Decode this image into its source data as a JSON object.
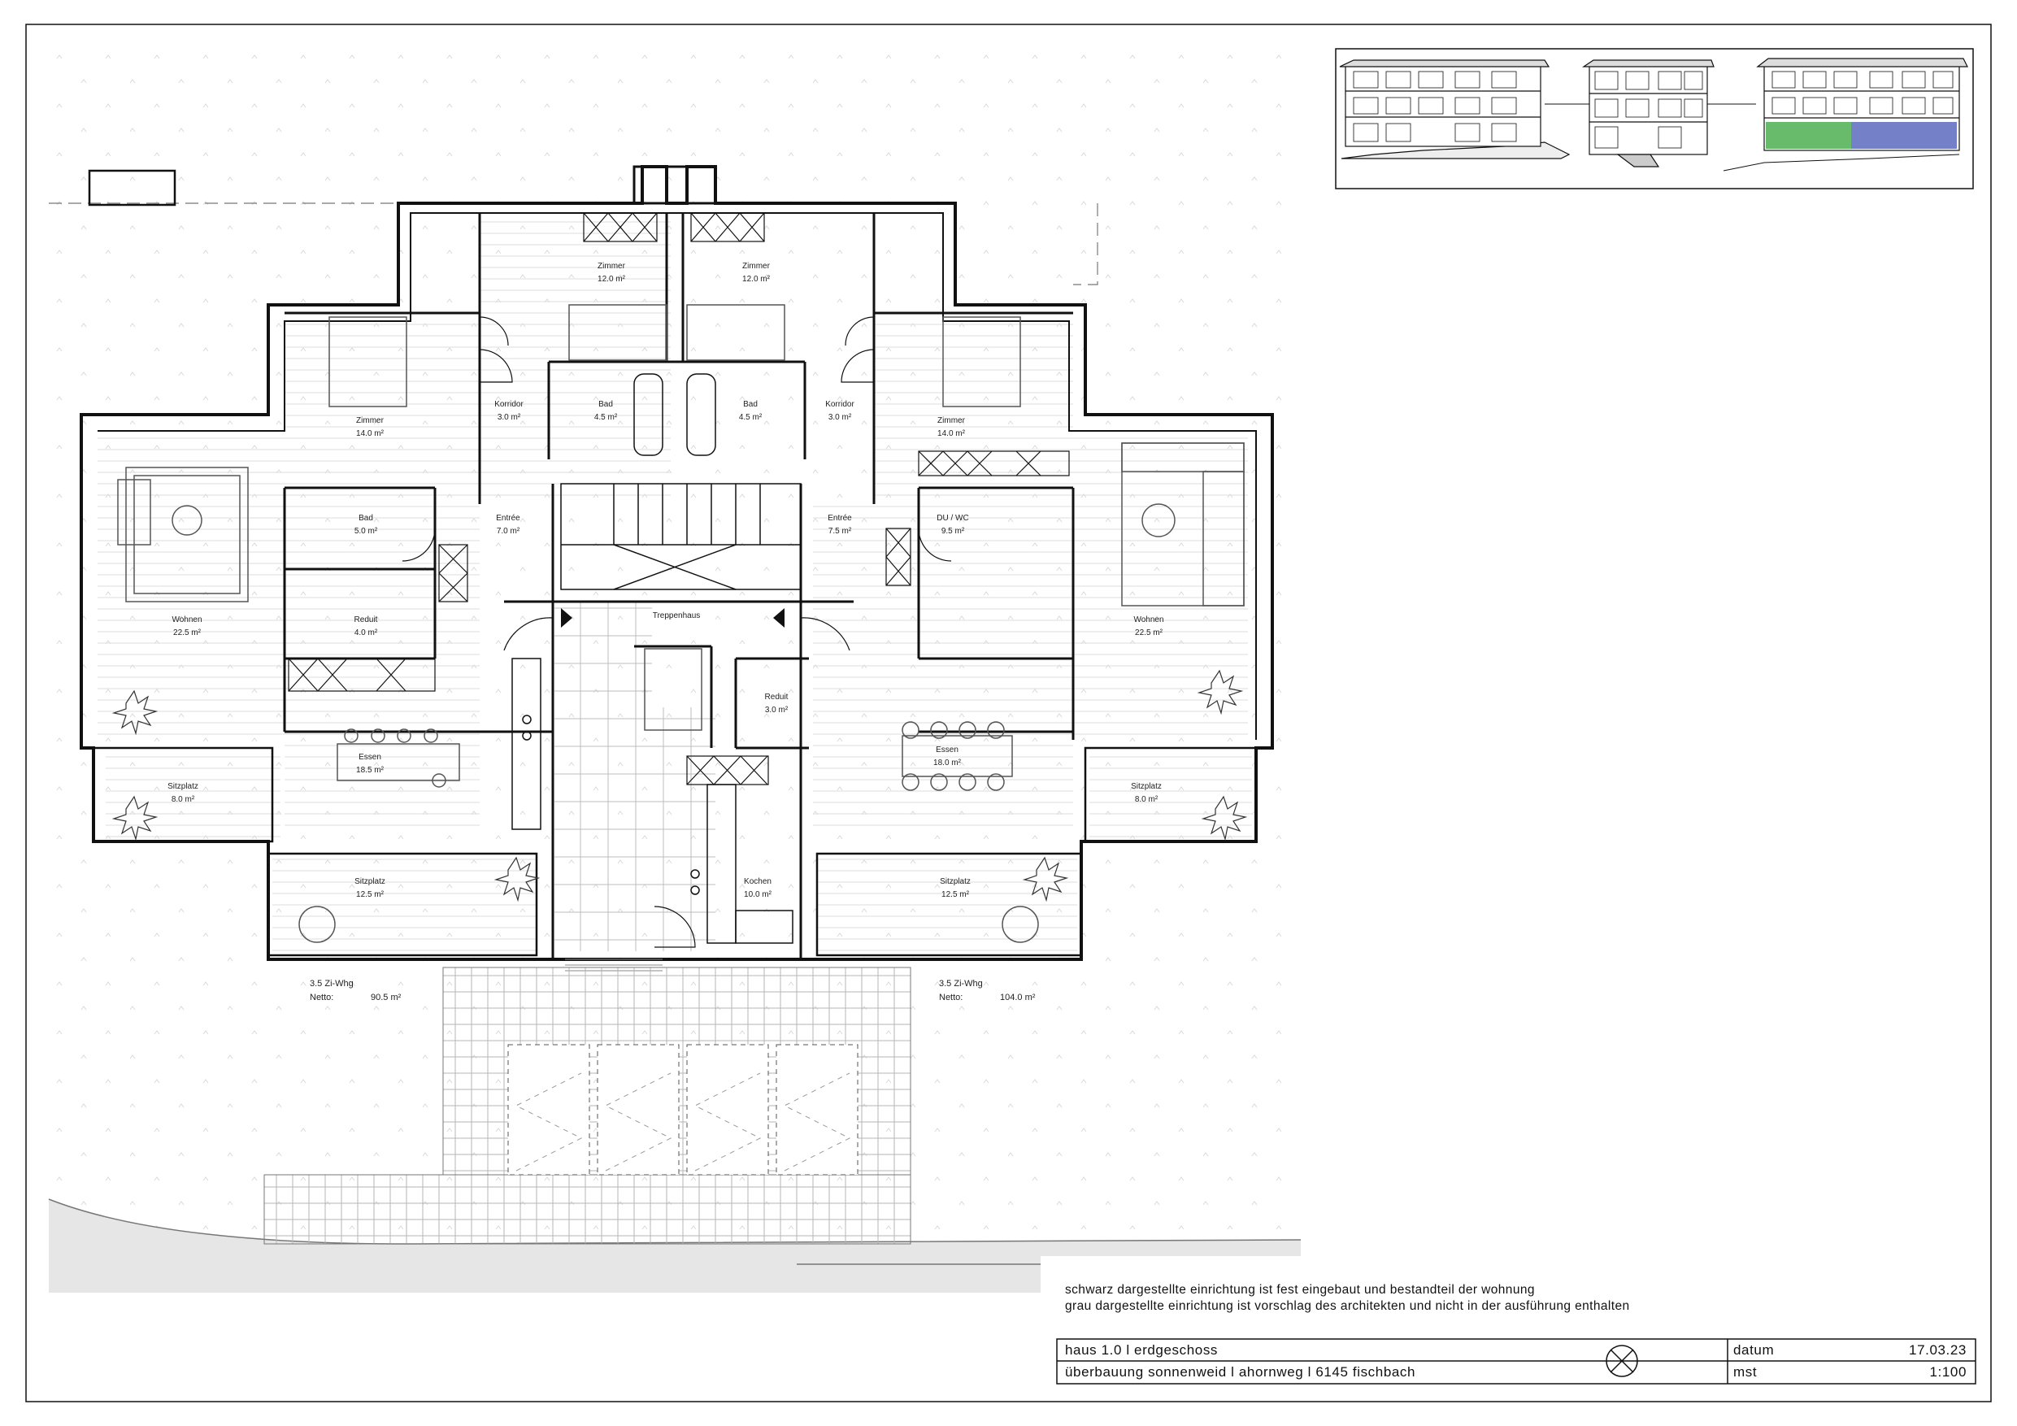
{
  "rooms": [
    {
      "id": "zimmer-nw",
      "name": "Zimmer",
      "area": "12.0 m²"
    },
    {
      "id": "zimmer-ne",
      "name": "Zimmer",
      "area": "12.0 m²"
    },
    {
      "id": "zimmer-w",
      "name": "Zimmer",
      "area": "14.0 m²"
    },
    {
      "id": "korridor-w",
      "name": "Korridor",
      "area": "3.0 m²"
    },
    {
      "id": "bad-cw",
      "name": "Bad",
      "area": "4.5 m²"
    },
    {
      "id": "bad-ce",
      "name": "Bad",
      "area": "4.5 m²"
    },
    {
      "id": "korridor-e",
      "name": "Korridor",
      "area": "3.0 m²"
    },
    {
      "id": "zimmer-e",
      "name": "Zimmer",
      "area": "14.0 m²"
    },
    {
      "id": "bad-w",
      "name": "Bad",
      "area": "5.0 m²"
    },
    {
      "id": "entree-w",
      "name": "Entrée",
      "area": "7.0 m²"
    },
    {
      "id": "entree-e",
      "name": "Entrée",
      "area": "7.5 m²"
    },
    {
      "id": "duwc-e",
      "name": "DU / WC",
      "area": "9.5 m²"
    },
    {
      "id": "reduit-w",
      "name": "Reduit",
      "area": "4.0 m²"
    },
    {
      "id": "wohnen-w",
      "name": "Wohnen",
      "area": "22.5 m²"
    },
    {
      "id": "wohnen-e",
      "name": "Wohnen",
      "area": "22.5 m²"
    },
    {
      "id": "reduit-c",
      "name": "Reduit",
      "area": "3.0 m²"
    },
    {
      "id": "essen-w",
      "name": "Essen",
      "area": "18.5 m²"
    },
    {
      "id": "essen-e",
      "name": "Essen",
      "area": "18.0 m²"
    },
    {
      "id": "sitzplatz-w",
      "name": "Sitzplatz",
      "area": "8.0 m²"
    },
    {
      "id": "sitzplatz-e",
      "name": "Sitzplatz",
      "area": "8.0 m²"
    },
    {
      "id": "kochen-e",
      "name": "Kochen",
      "area": "10.0 m²"
    },
    {
      "id": "sitzplatz-sw",
      "name": "Sitzplatz",
      "area": "12.5 m²"
    },
    {
      "id": "sitzplatz-se",
      "name": "Sitzplatz",
      "area": "12.5 m²"
    }
  ],
  "stair": {
    "name": "Treppenhaus"
  },
  "units": [
    {
      "id": "west",
      "type": "3.5 Zi-Whg",
      "netto_label": "Netto:",
      "netto": "90.5 m²"
    },
    {
      "id": "east",
      "type": "3.5 Zi-Whg",
      "netto_label": "Netto:",
      "netto": "104.0 m²"
    }
  ],
  "notes": {
    "line1": "schwarz dargestellte einrichtung ist fest eingebaut und bestandteil der wohnung",
    "line2": "grau dargestellte einrichtung ist vorschlag des architekten und nicht in der ausführung enthalten"
  },
  "title_block": {
    "title": "haus 1.0 l erdgeschoss",
    "subtitle": "überbauung sonnenweid l ahornweg l 6145 fischbach",
    "date_label": "datum",
    "date": "17.03.23",
    "scale_label": "mst",
    "scale": "1:100"
  },
  "colors": {
    "line": "#111111",
    "grey": "#999999",
    "tile": "#c8c8c8",
    "green": "#4caf50",
    "blue": "#5c6bc0"
  }
}
